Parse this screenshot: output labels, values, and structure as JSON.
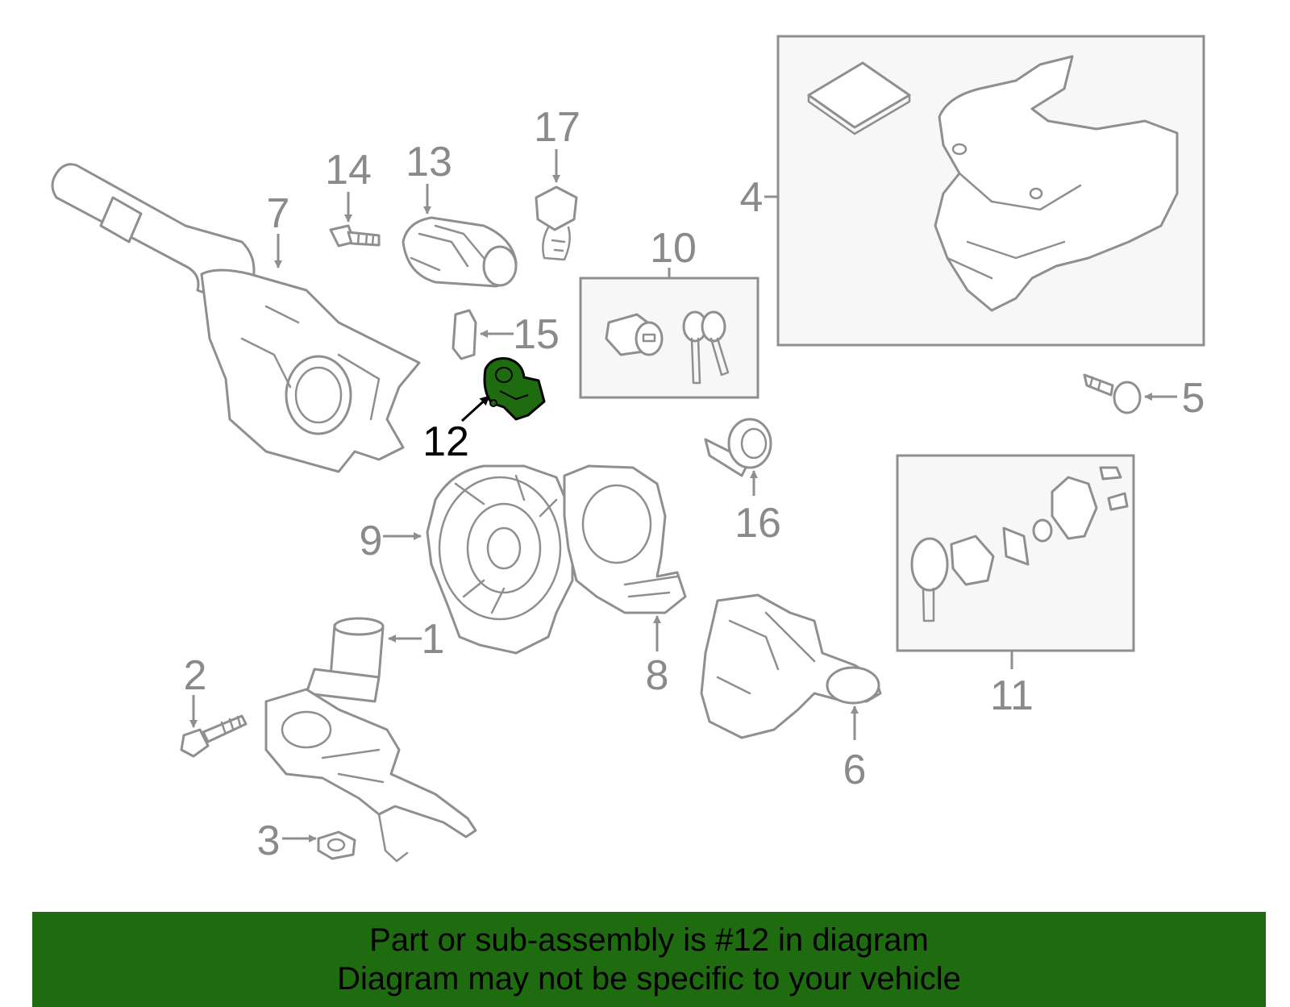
{
  "diagram": {
    "highlighted_part": "12",
    "highlight_color": "#1e6b10",
    "callouts": {
      "c1": "1",
      "c2": "2",
      "c3": "3",
      "c4": "4",
      "c5": "5",
      "c6": "6",
      "c7": "7",
      "c8": "8",
      "c9": "9",
      "c10": "10",
      "c11": "11",
      "c12": "12",
      "c13": "13",
      "c14": "14",
      "c15": "15",
      "c16": "16",
      "c17": "17"
    }
  },
  "banner": {
    "line1": "Part or sub-assembly is #12 in diagram",
    "line2": "Diagram may not be specific to your vehicle",
    "background": "#1e6b10"
  }
}
